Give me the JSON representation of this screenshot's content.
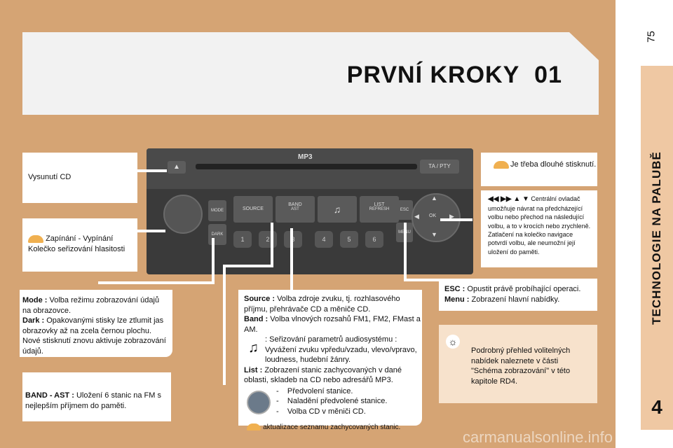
{
  "page": {
    "number": "75",
    "section_vertical": "TECHNOLOGIE NA PALUBĚ",
    "chapter": "4",
    "watermark": "carmanualsonline.info"
  },
  "title": {
    "text": "PRVNÍ KROKY",
    "number": "01"
  },
  "radio": {
    "display_label": "MP3",
    "eject_label": "▲",
    "tapty_label": "TA / PTY",
    "buttons": [
      "SOURCE",
      "BAND",
      "♫",
      "LIST"
    ],
    "band_sub": "AST",
    "list_sub": "REFRESH",
    "left_small_buttons": [
      "MODE",
      "DARK"
    ],
    "right_small_buttons": [
      "ESC",
      "MENU"
    ],
    "presets": [
      "1",
      "2",
      "3",
      "4",
      "5",
      "6"
    ],
    "dpad": {
      "up": "▲",
      "down": "▼",
      "left": "◀",
      "right": "▶",
      "center": "OK"
    }
  },
  "boxes": {
    "eject": {
      "text": "Vysunutí CD"
    },
    "power": {
      "line1": "Zapínání - Vypínání",
      "line2": "Kolečko seřizování hlasitosti"
    },
    "mode": {
      "mode_label": "Mode :",
      "mode_text": "Volba režimu zobrazování údajů na obrazovce.",
      "dark_label": "Dark :",
      "dark_text": "Opakovanými stisky lze ztlumit jas obrazovky až na zcela černou plochu. Nové stisknutí znovu aktivuje zobrazování údajů."
    },
    "bandast": {
      "label": "BAND - AST :",
      "text": "Uložení 6 stanic na FM s nejlepším příjmem do paměti."
    },
    "source": {
      "source_label": "Source :",
      "source_text": "Volba zdroje zvuku, tj. rozhlasového příjmu, přehrávače CD a měniče CD.",
      "band_label": "Band :",
      "band_text": "Volba vlnových rozsahů FM1, FM2, FMast a AM.",
      "music_text": ": Seřizování parametrů audiosystému : Vyvážení zvuku vpředu/vzadu, vlevo/vpravo, loudness, hudební žánry.",
      "list_label": "List :",
      "list_text": "Zobrazení stanic zachycovaných v dané oblasti, skladeb na CD nebo adresářů MP3.",
      "bullets": [
        "Předvolení stanice.",
        "Naladění předvolené stanice.",
        "Volba CD v měniči CD."
      ],
      "bullet_dash": "-",
      "note": "aktualizace seznamu zachycovaných stanic."
    },
    "longpress": {
      "text": "Je třeba dlouhé stisknutí."
    },
    "central": {
      "symbols": "◀◀  ▶▶  ▲  ▼",
      "text_inline": "Centrální ovladač",
      "text": "umožňuje návrat na předcházející volbu nebo přechod na následující volbu, a to v krocích nebo zrychleně. Zatlačení na kolečko navigace potvrdí volbu, ale neumožní její uložení do paměti."
    },
    "esc": {
      "esc_label": "ESC :",
      "esc_text": "Opustit právě probíhající operaci.",
      "menu_label": "Menu :",
      "menu_text": "Zobrazení hlavní nabídky."
    },
    "detail": {
      "text": "Podrobný přehled volitelných nabídek naleznete v části \"Schéma zobrazování\" v této kapitole RD4."
    }
  }
}
